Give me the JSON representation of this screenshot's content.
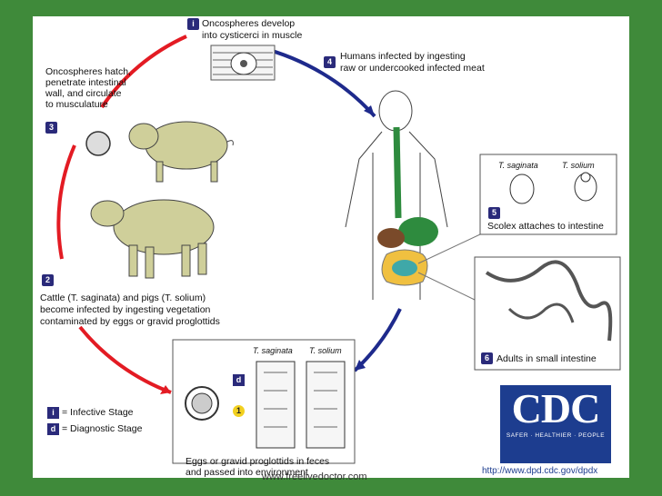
{
  "steps": {
    "s1": {
      "num": "i",
      "line1": "Oncospheres develop",
      "line2": "into cysticerci in muscle"
    },
    "s2": {
      "num": "2",
      "line1": "Cattle (T. saginata) and pigs (T. solium)",
      "line2": "become infected by ingesting vegetation",
      "line3": "contaminated by eggs or gravid proglottids"
    },
    "s3": {
      "num": "3",
      "line1": "Oncospheres hatch,",
      "line2": "penetrate intestinal",
      "line3": "wall, and circulate",
      "line4": "to musculature"
    },
    "s4": {
      "num": "4",
      "line1": "Humans infected by ingesting",
      "line2": "raw or undercooked infected meat"
    },
    "s5": {
      "num": "5",
      "label": "Scolex attaches to intestine",
      "sp1": "T. saginata",
      "sp2": "T. solium"
    },
    "s6": {
      "num": "6",
      "label": "Adults in small intestine"
    },
    "eggs": {
      "sp1": "T. saginata",
      "sp2": "T. solium",
      "line1": "Eggs or gravid proglottids in feces",
      "line2": "and passed into environment",
      "badge_d": "d",
      "badge_1": "1"
    }
  },
  "legend": {
    "infective_badge": "i",
    "infective": "= Infective Stage",
    "diagnostic_badge": "d",
    "diagnostic": "= Diagnostic Stage"
  },
  "watermark": "www.freelivedoctor.com",
  "url": "http://www.dpd.cdc.gov/dpdx",
  "cdc": {
    "logo": "CDC",
    "tagline": "SAFER · HEALTHIER · PEOPLE"
  },
  "colors": {
    "background": "#3f8a3a",
    "red_arrow": "#e31b23",
    "blue_arrow": "#1e2a8c",
    "badge": "#2a2a7a",
    "cdc": "#1d3d8f"
  }
}
